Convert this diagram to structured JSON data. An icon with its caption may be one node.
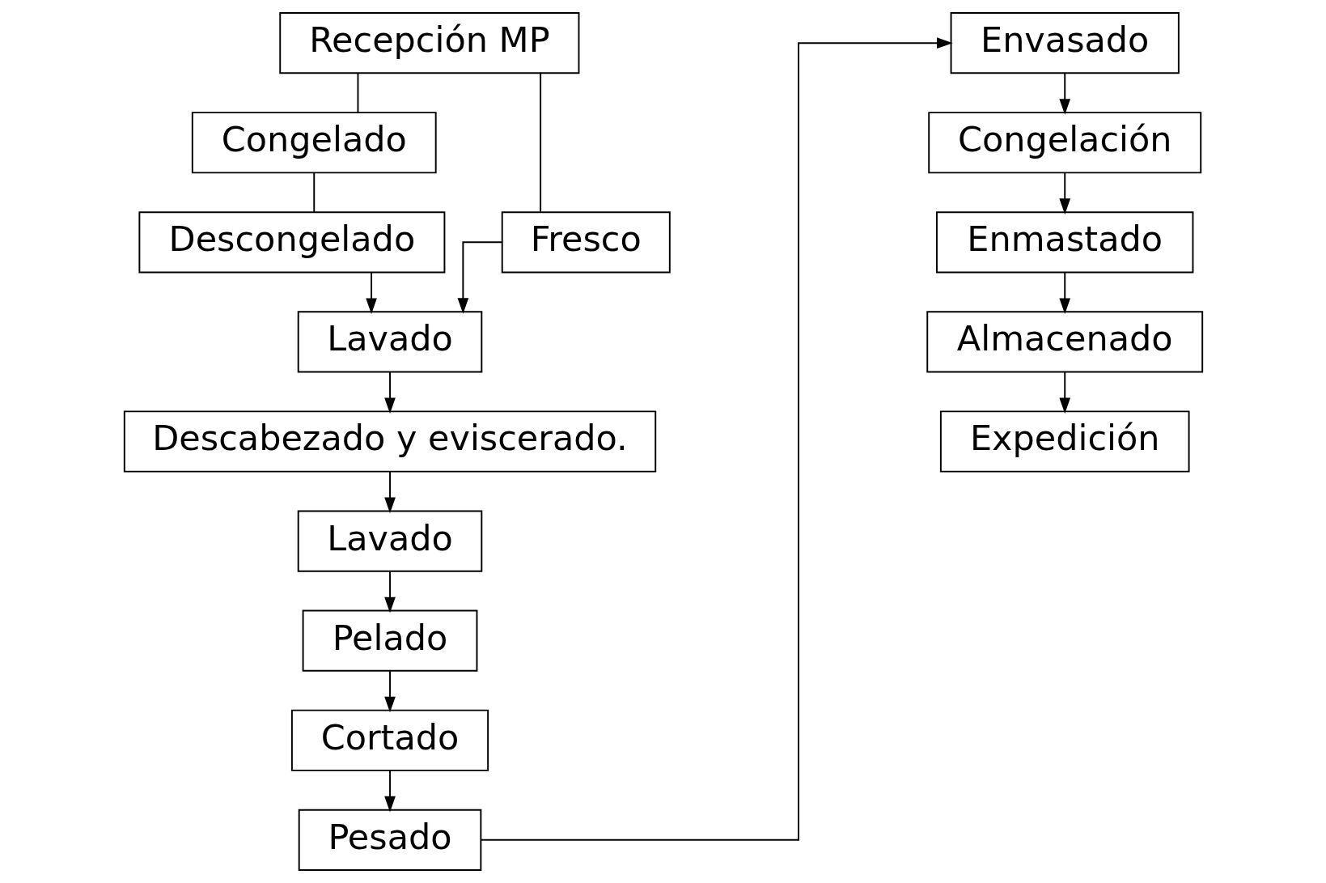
{
  "diagram": {
    "nodes": [
      {
        "text": [
          "Recepción MP"
        ]
      },
      {
        "text": [
          "Congelado"
        ]
      },
      {
        "text": [
          "Fresco"
        ]
      },
      {
        "text": [
          "Descongelado"
        ]
      },
      {
        "text": [
          "Lavado"
        ]
      },
      {
        "text": [
          "Descabezado y eviscerado."
        ]
      },
      {
        "text": [
          "Lavado"
        ]
      },
      {
        "text": [
          "Pelado"
        ]
      },
      {
        "text": [
          "Cortado"
        ]
      },
      {
        "text": [
          "Pesado"
        ]
      },
      {
        "text": [
          "Envasado"
        ]
      },
      {
        "text": [
          "Congelación"
        ]
      },
      {
        "text": [
          "Enmastado"
        ]
      },
      {
        "text": [
          "Almacenado"
        ]
      },
      {
        "text": [
          "Expedición"
        ]
      }
    ],
    "edges": [
      {
        "from": 0,
        "to": 1,
        "arrow": "none"
      },
      {
        "from": 0,
        "to": 2,
        "arrow": "none"
      },
      {
        "from": 1,
        "to": 3,
        "arrow": "none"
      },
      {
        "from": 3,
        "to": 4,
        "arrow": "to"
      },
      {
        "from": 2,
        "to": 4,
        "arrow": "to"
      },
      {
        "from": 4,
        "to": 5,
        "arrow": "to"
      },
      {
        "from": 5,
        "to": 6,
        "arrow": "to"
      },
      {
        "from": 6,
        "to": 7,
        "arrow": "to"
      },
      {
        "from": 7,
        "to": 8,
        "arrow": "to"
      },
      {
        "from": 8,
        "to": 9,
        "arrow": "to"
      },
      {
        "from": 9,
        "to": 10,
        "arrow": "to"
      },
      {
        "from": 10,
        "to": 11,
        "arrow": "to"
      },
      {
        "from": 11,
        "to": 12,
        "arrow": "to"
      },
      {
        "from": 12,
        "to": 13,
        "arrow": "to"
      },
      {
        "from": 13,
        "to": 14,
        "arrow": "to"
      }
    ]
  }
}
